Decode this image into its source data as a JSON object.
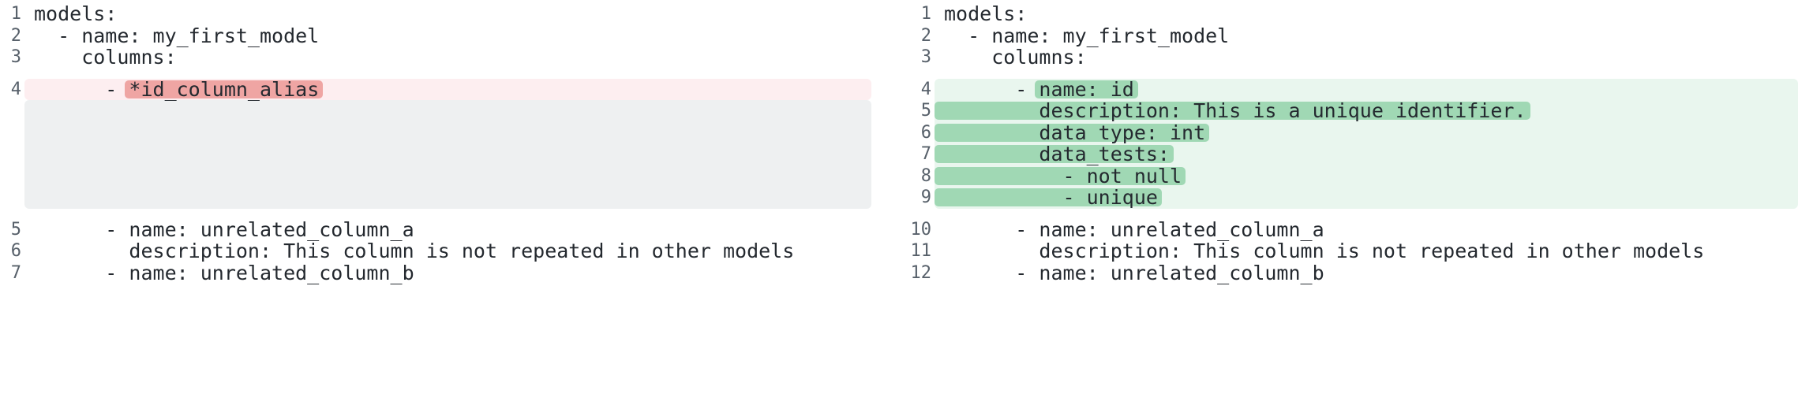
{
  "colors": {
    "page_bg": "#ffffff",
    "code_text": "#24292f",
    "line_number": "#57606a",
    "removed_line_bg": "#fdeef0",
    "removed_word_bg": "#efa5a3",
    "added_line_bg": "#e9f6ee",
    "added_word_bg": "#a0d8b4",
    "filler_bg": "#eef0f1"
  },
  "diff": {
    "left": {
      "name": "before",
      "segments": [
        {
          "kind": "context",
          "lines": [
            {
              "num": "1",
              "text": "models:"
            },
            {
              "num": "2",
              "text": "  - name: my_first_model"
            },
            {
              "num": "3",
              "text": "    columns:"
            }
          ]
        },
        {
          "kind": "removed",
          "lines": [
            {
              "num": "4",
              "parts": [
                {
                  "text": "      - ",
                  "hl": false
                },
                {
                  "text": "*id_column_alias",
                  "hl": true
                }
              ]
            }
          ],
          "filler_rows": 5
        },
        {
          "kind": "context",
          "lines": [
            {
              "num": "5",
              "text": "      - name: unrelated_column_a"
            },
            {
              "num": "6",
              "text": "        description: This column is not repeated in other models"
            },
            {
              "num": "7",
              "text": "      - name: unrelated_column_b"
            }
          ]
        }
      ]
    },
    "right": {
      "name": "after",
      "segments": [
        {
          "kind": "context",
          "lines": [
            {
              "num": "1",
              "text": "models:"
            },
            {
              "num": "2",
              "text": "  - name: my_first_model"
            },
            {
              "num": "3",
              "text": "    columns:"
            }
          ]
        },
        {
          "kind": "added",
          "lines": [
            {
              "num": "4",
              "parts": [
                {
                  "text": "      - ",
                  "hl": false
                },
                {
                  "text": "name: id",
                  "hl": true
                }
              ]
            },
            {
              "num": "5",
              "parts": [
                {
                  "text": "        description: This is a unique identifier.",
                  "hl": true
                }
              ]
            },
            {
              "num": "6",
              "parts": [
                {
                  "text": "        data_type: int",
                  "hl": true
                }
              ]
            },
            {
              "num": "7",
              "parts": [
                {
                  "text": "        data_tests:",
                  "hl": true
                }
              ]
            },
            {
              "num": "8",
              "parts": [
                {
                  "text": "          - not_null",
                  "hl": true
                }
              ]
            },
            {
              "num": "9",
              "parts": [
                {
                  "text": "          - unique",
                  "hl": true
                }
              ]
            }
          ],
          "filler_rows": 0
        },
        {
          "kind": "context",
          "lines": [
            {
              "num": "10",
              "text": "      - name: unrelated_column_a"
            },
            {
              "num": "11",
              "text": "        description: This column is not repeated in other models"
            },
            {
              "num": "12",
              "text": "      - name: unrelated_column_b"
            }
          ]
        }
      ]
    }
  }
}
